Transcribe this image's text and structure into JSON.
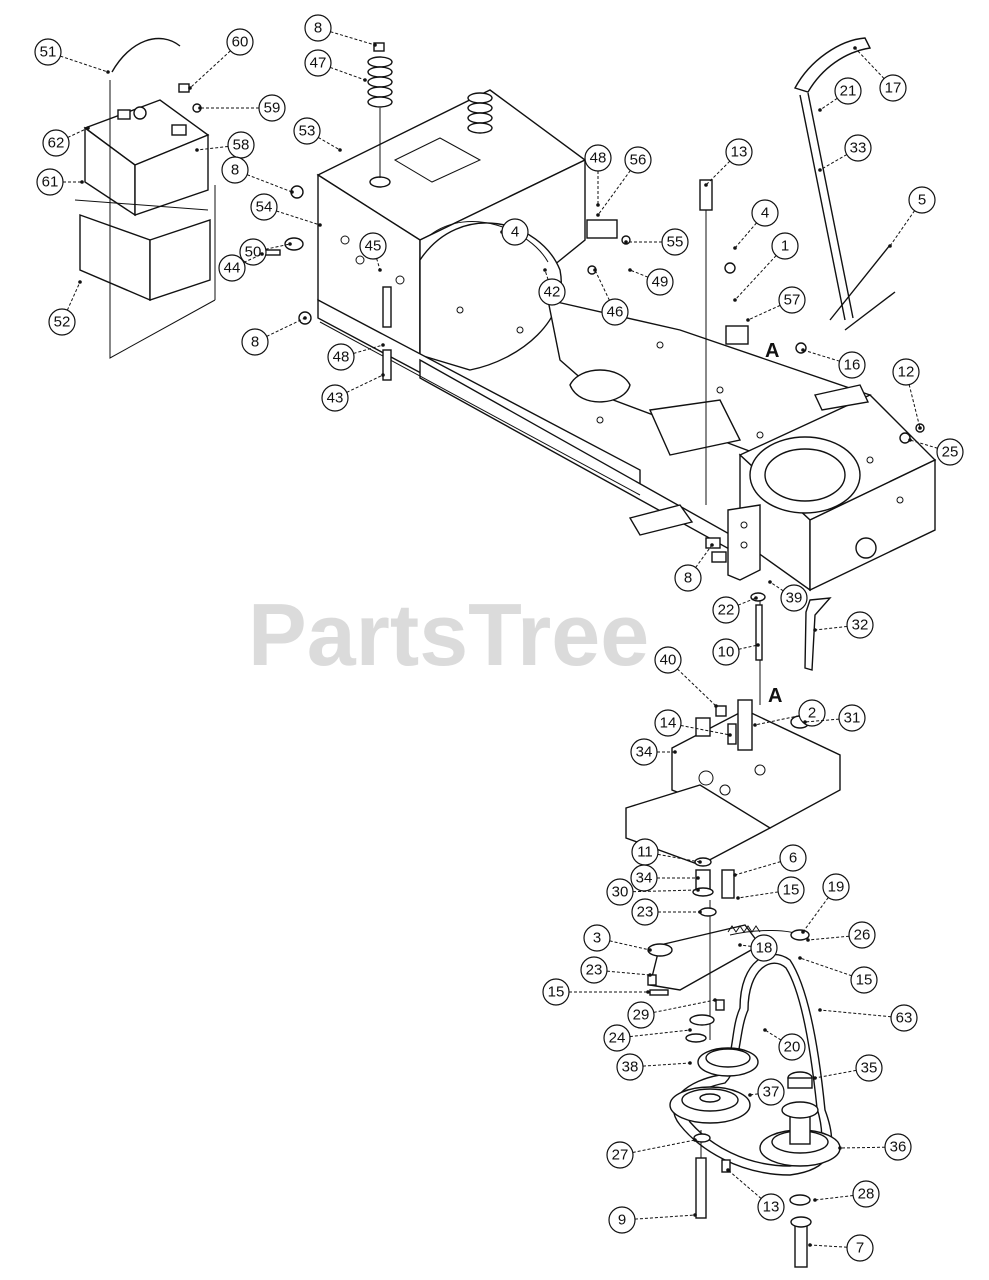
{
  "watermark": {
    "text": "PartsTree"
  },
  "reference_letters": [
    "A",
    "A"
  ],
  "callouts": [
    "51",
    "60",
    "8",
    "47",
    "62",
    "59",
    "58",
    "61",
    "53",
    "8",
    "48",
    "56",
    "13",
    "17",
    "21",
    "33",
    "4",
    "5",
    "54",
    "45",
    "4",
    "55",
    "1",
    "57",
    "50",
    "44",
    "42",
    "49",
    "46",
    "52",
    "8",
    "48",
    "43",
    "16",
    "12",
    "25",
    "8",
    "39",
    "22",
    "10",
    "32",
    "40",
    "2",
    "14",
    "31",
    "34",
    "11",
    "6",
    "34",
    "30",
    "15",
    "23",
    "19",
    "26",
    "3",
    "18",
    "23",
    "15",
    "15",
    "29",
    "63",
    "24",
    "20",
    "38",
    "35",
    "37",
    "27",
    "36",
    "13",
    "28",
    "9",
    "7"
  ]
}
